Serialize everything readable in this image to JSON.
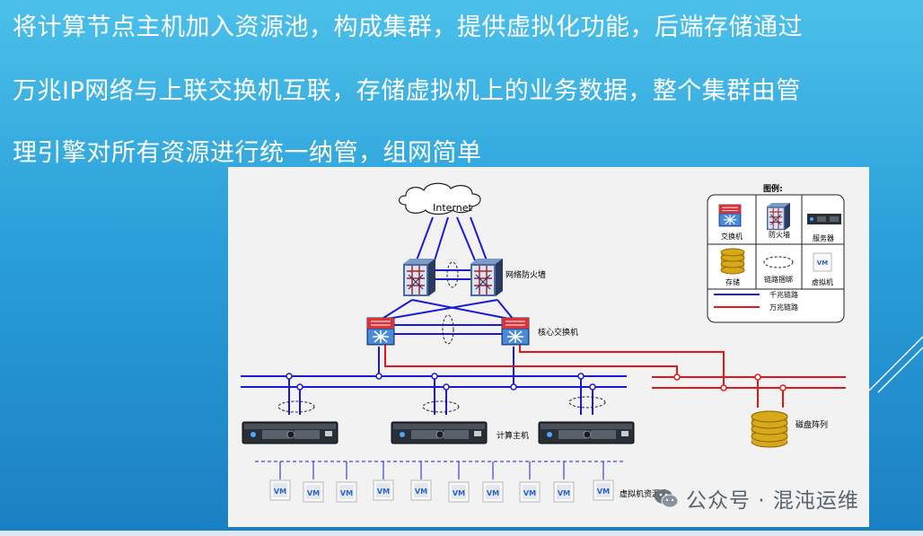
{
  "slide": {
    "line1": "将计算节点主机加入资源池，构成集群，提供虚拟化功能，后端存储通过",
    "line2": "万兆IP网络与上联交换机互联，存储虚拟机上的业务数据，整个集群由管",
    "line3": "理引擎对所有资源进行统一纳管，组网简单"
  },
  "diagram": {
    "internet": "Internet",
    "firewall_label": "网络防火墙",
    "core_switch_label": "核心交换机",
    "compute_label": "计算主机",
    "disk_array_label": "磁盘阵列",
    "vm_pool_label": "虚拟机资源池",
    "vm_label": "VM",
    "legend": {
      "title": "图例:",
      "switch": "交换机",
      "firewall": "防火墙",
      "server": "服务器",
      "storage": "存储",
      "link_bundle": "链路捆绑",
      "vm": "虚拟机",
      "gigabit": "千兆链路",
      "ten_gigabit": "万兆链路"
    },
    "colors": {
      "gigabit": "#1a1ad6",
      "ten_gigabit": "#e01818"
    }
  },
  "watermark": {
    "text": "公众号 · 混沌运维",
    "icon": "wechat-icon"
  }
}
